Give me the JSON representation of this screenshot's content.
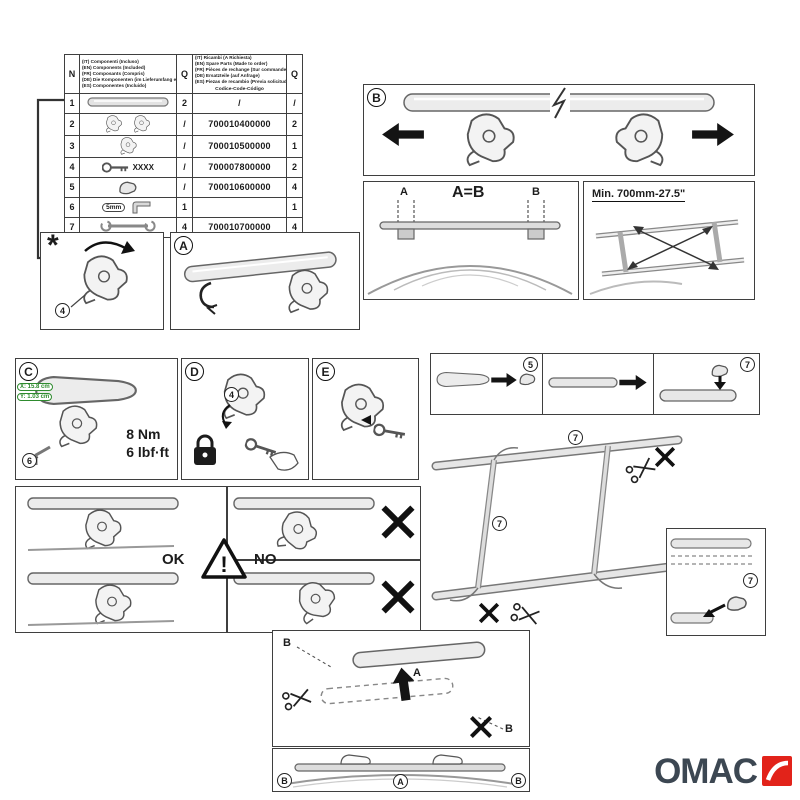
{
  "brand": {
    "name": "OMAC",
    "accent_red": "#e2231a",
    "logo_gray": "#3c4752"
  },
  "table": {
    "n": "N",
    "q": "Q",
    "included": {
      "l1": "(IT) Componenti (Incluso)",
      "l2": "(EN) Components (Included)",
      "l3": "(FR) Composants (Compris)",
      "l4": "(DE) Die Komponenten (im Lieferumfang enthalten)",
      "l5": "(ES) Componentes (Incluido)"
    },
    "spare": {
      "l1": "(IT) Ricambi (A Richiesta)",
      "l2": "(EN) Spare Parts (Made to order)",
      "l3": "(FR) Pièces de rechange (Sur commande)",
      "l4": "(DE) Ersatzteile (auf Anfrage)",
      "l5": "(ES) Piezas de recambio (Previa solicitud)",
      "code_caption": "Codice-Code-Código"
    },
    "rows": [
      {
        "n": "1",
        "qty": "2",
        "code": "/",
        "spare_qty": "/"
      },
      {
        "n": "2",
        "qty": "/",
        "code": "700010400000",
        "spare_qty": "2"
      },
      {
        "n": "3",
        "qty": "/",
        "code": "700010500000",
        "spare_qty": "1"
      },
      {
        "n": "4",
        "qty": "/",
        "code": "700007800000",
        "spare_qty": "2",
        "note": "XXXX"
      },
      {
        "n": "5",
        "qty": "/",
        "code": "700010600000",
        "spare_qty": "4"
      },
      {
        "n": "6",
        "qty": "1",
        "code": "",
        "spare_qty": "1",
        "note": "5mm"
      },
      {
        "n": "7",
        "qty": "4",
        "code": "700010700000",
        "spare_qty": "4"
      }
    ]
  },
  "panels": {
    "star": {
      "mark": "*",
      "callout": "4"
    },
    "a": {
      "letter": "A"
    },
    "b": {
      "letter": "B"
    },
    "measure": {
      "equal": "A=B",
      "left": "A",
      "right": "B"
    },
    "min_width": {
      "text": "Min. 700mm-27.5\""
    },
    "c": {
      "letter": "C",
      "x": "X: 15.8 cm",
      "y": "Y: 1.03 cm",
      "callout": "6",
      "torque1": "8 Nm",
      "torque2": "6 lbf·ft"
    },
    "d": {
      "letter": "D",
      "callout": "4"
    },
    "e": {
      "letter": "E"
    },
    "caps": {
      "callout5": "5",
      "callout7": "7"
    },
    "rails": {
      "callout7": "7"
    },
    "side": {
      "callout7": "7"
    },
    "okno": {
      "ok": "OK",
      "no": "NO",
      "bang": "!"
    },
    "adjust": {
      "a": "A",
      "b": "B"
    },
    "hands": {
      "a": "A",
      "b": "B"
    }
  }
}
